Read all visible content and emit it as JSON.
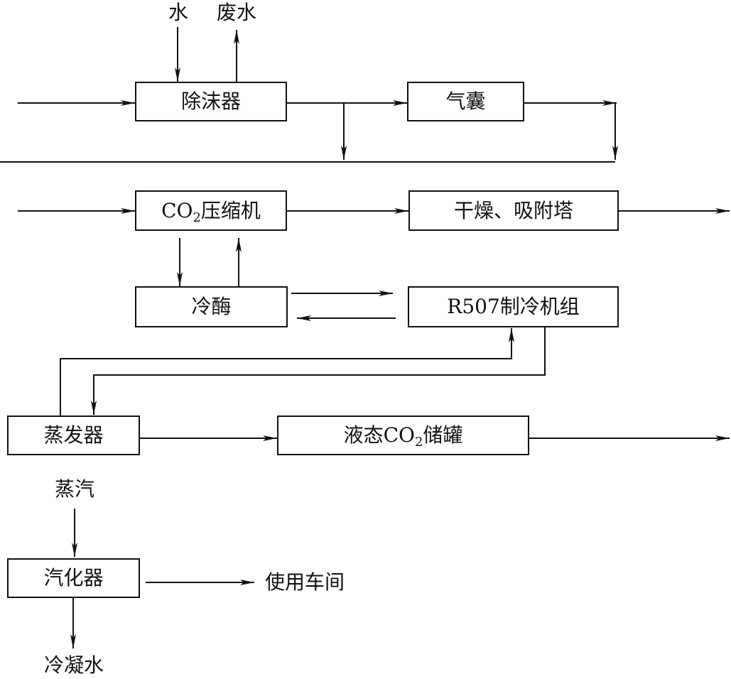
{
  "nodes": {
    "demister": "除沫器",
    "gas_bag": "气囊",
    "co2_compressor": {
      "prefix": "CO",
      "sub": "2",
      "suffix": "压缩机"
    },
    "dryer_adsorber": "干燥、吸附塔",
    "cold_brine": "冷酶",
    "refrigeration_unit": "R507制冷机组",
    "evaporator": "蒸发器",
    "liquid_co2_tank": {
      "prefix": "液态CO",
      "sub": "2",
      "suffix": "储罐"
    },
    "vaporizer": "汽化器"
  },
  "labels": {
    "water": "水",
    "waste_water": "废水",
    "steam": "蒸汽",
    "workshop": "使用车间",
    "condensate": "冷凝水"
  },
  "colors": {
    "line": "#111111",
    "background": "#ffffff"
  }
}
